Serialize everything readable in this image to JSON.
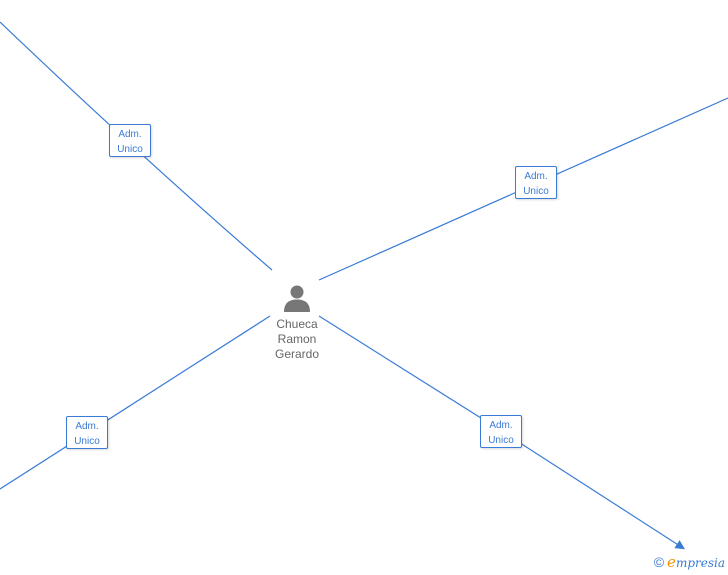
{
  "person": {
    "name_lines": [
      "Chueca",
      "Ramon",
      "Gerardo"
    ],
    "icon": "person-silhouette-icon"
  },
  "relations": [
    {
      "line1": "Adm.",
      "line2": "Unico"
    },
    {
      "line1": "Adm.",
      "line2": "Unico"
    },
    {
      "line1": "Adm.",
      "line2": "Unico"
    },
    {
      "line1": "Adm.",
      "line2": "Unico"
    }
  ],
  "footer": {
    "copyright": "©",
    "brand_first": "e",
    "brand_rest": "mpresia"
  },
  "colors": {
    "edge": "#3a7bd5",
    "node_text": "#666666",
    "brand_accent": "#f39200"
  }
}
